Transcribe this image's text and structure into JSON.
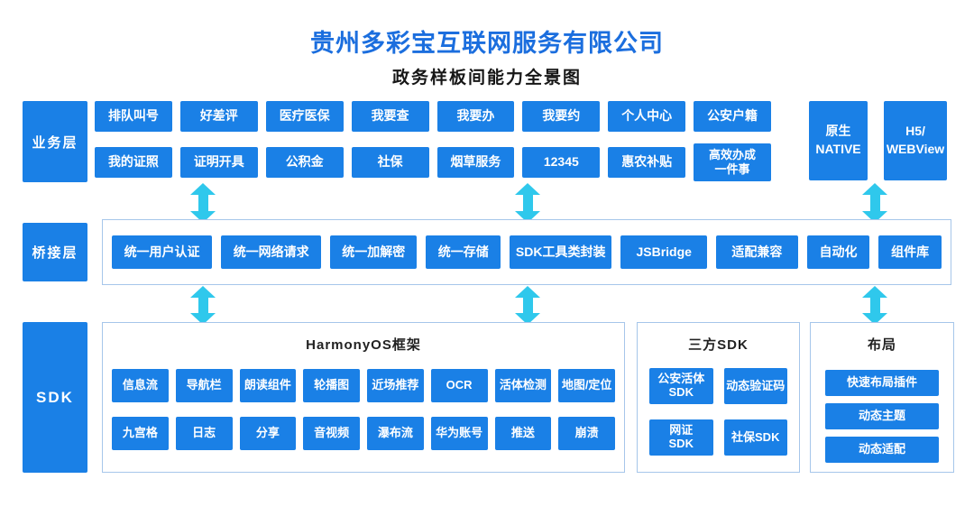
{
  "header": {
    "title": "贵州多彩宝互联网服务有限公司",
    "subtitle": "政务样板间能力全景图"
  },
  "business_layer": {
    "label": "业务层",
    "row1": [
      "排队叫号",
      "好差评",
      "医疗医保",
      "我要查",
      "我要办",
      "我要约",
      "个人中心",
      "公安户籍"
    ],
    "row2": [
      "我的证照",
      "证明开具",
      "公积金",
      "社保",
      "烟草服务",
      "12345",
      "惠农补贴",
      "高效办成\n一件事"
    ],
    "native_box": "原生\nNATIVE",
    "h5_box": "H5/\nWEBView"
  },
  "bridge_layer": {
    "label": "桥接层",
    "items": [
      "统一用户认证",
      "统一网络请求",
      "统一加解密",
      "统一存储",
      "SDK工具类封装",
      "JSBridge",
      "适配兼容",
      "自动化",
      "组件库"
    ]
  },
  "sdk_layer": {
    "label": "SDK",
    "harmonyos": {
      "title": "HarmonyOS框架",
      "row1": [
        "信息流",
        "导航栏",
        "朗读组件",
        "轮播图",
        "近场推荐",
        "OCR",
        "活体检测",
        "地图/定位"
      ],
      "row2": [
        "九宫格",
        "日志",
        "分享",
        "音视频",
        "瀑布流",
        "华为账号",
        "推送",
        "崩溃"
      ]
    },
    "third_party": {
      "title": "三方SDK",
      "items": [
        "公安活体\nSDK",
        "动态验证码",
        "网证\nSDK",
        "社保SDK"
      ]
    },
    "layout": {
      "title": "布局",
      "items": [
        "快速布局插件",
        "动态主题",
        "动态适配"
      ]
    }
  },
  "colors": {
    "node_blue": "#1a80e6",
    "title_blue": "#1b6ede",
    "arrow_cyan": "#2fc8ec",
    "panel_border": "#a6c6ea"
  }
}
